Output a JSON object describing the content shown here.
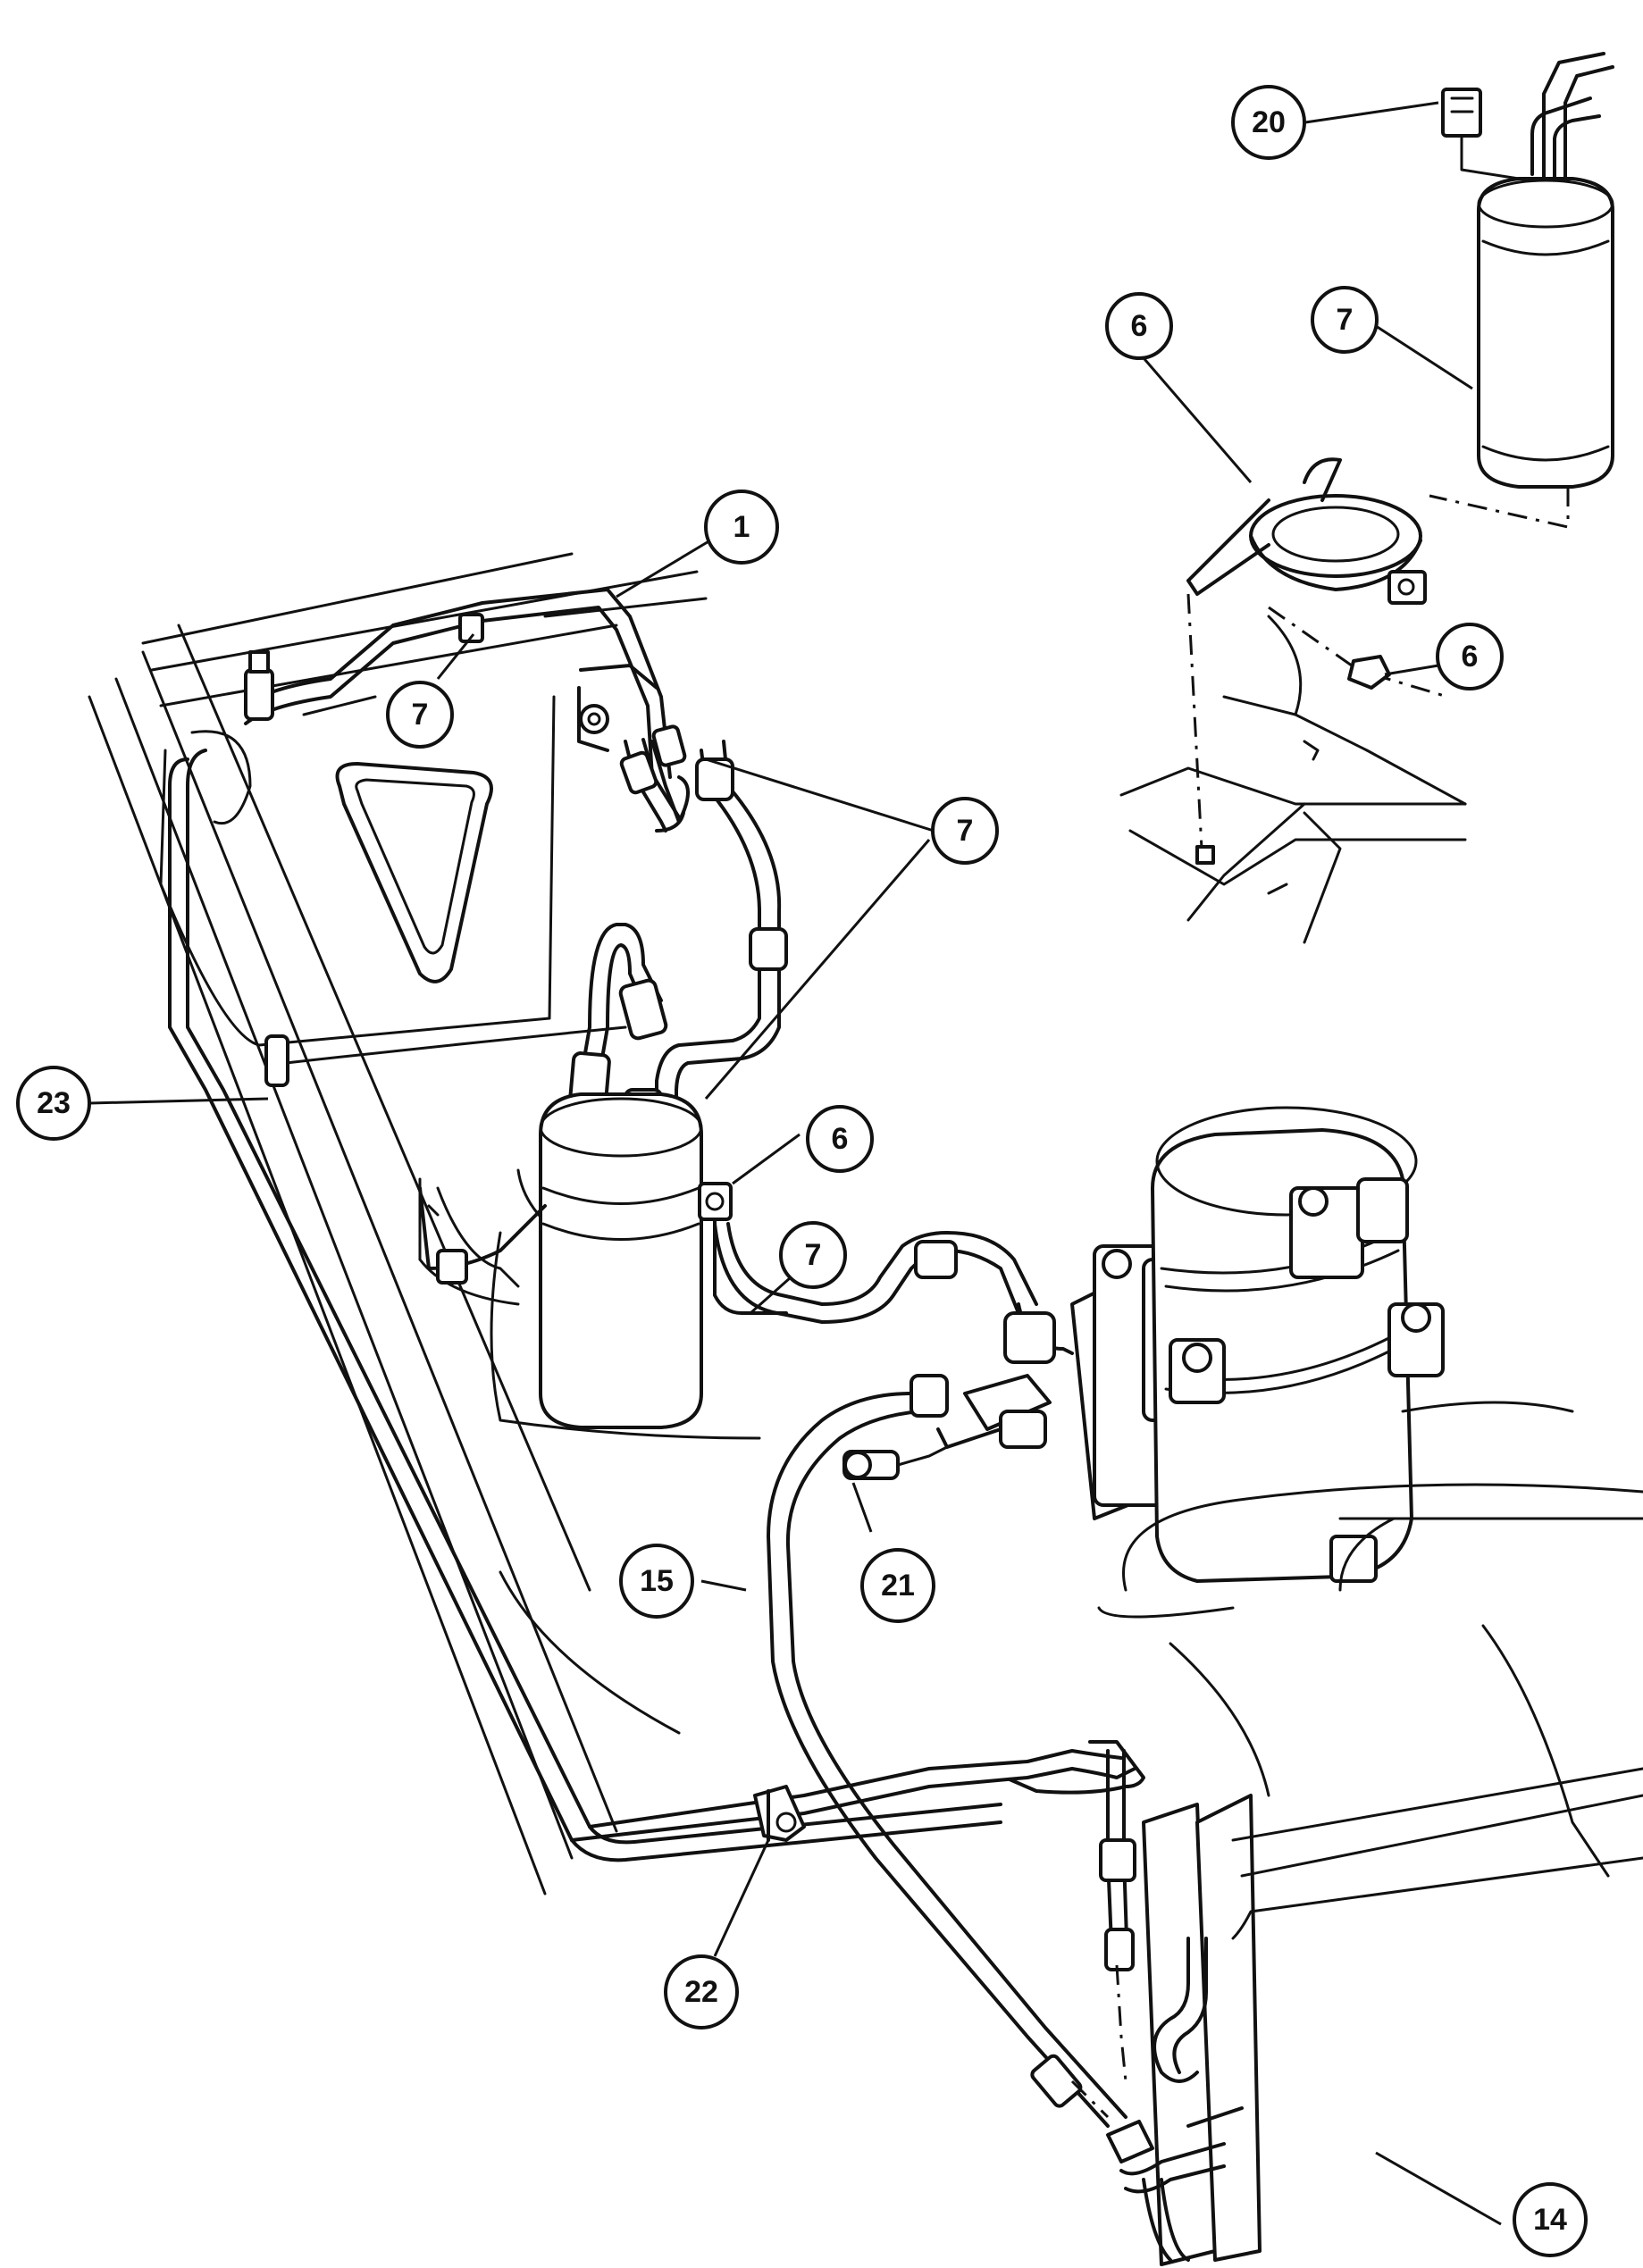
{
  "callouts": [
    {
      "id": "c20",
      "label": "20"
    },
    {
      "id": "c7a",
      "label": "7"
    },
    {
      "id": "c6a",
      "label": "6"
    },
    {
      "id": "c1",
      "label": "1"
    },
    {
      "id": "c7b",
      "label": "7"
    },
    {
      "id": "c6b",
      "label": "6"
    },
    {
      "id": "c7c",
      "label": "7"
    },
    {
      "id": "c23",
      "label": "23"
    },
    {
      "id": "c6c",
      "label": "6"
    },
    {
      "id": "c7d",
      "label": "7"
    },
    {
      "id": "c15",
      "label": "15"
    },
    {
      "id": "c21",
      "label": "21"
    },
    {
      "id": "c22",
      "label": "22"
    },
    {
      "id": "c14",
      "label": "14"
    }
  ]
}
